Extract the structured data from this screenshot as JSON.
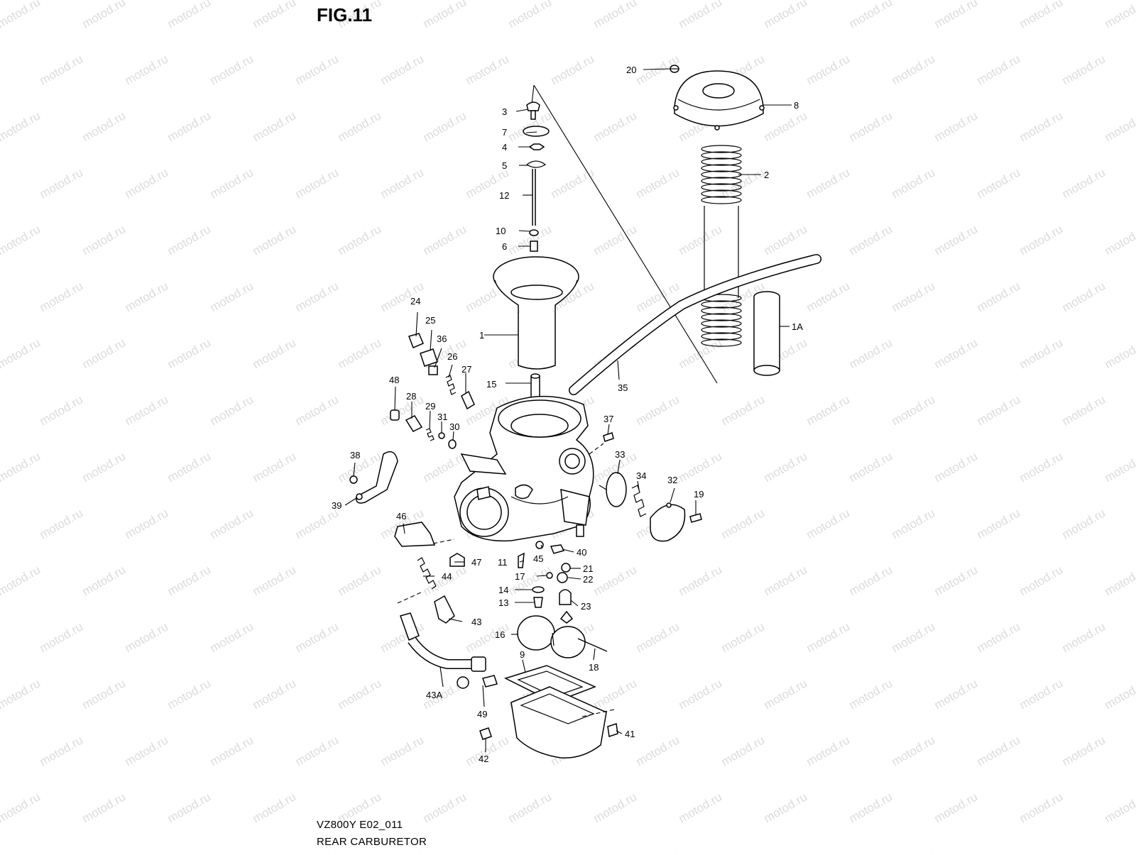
{
  "figure": {
    "title": "FIG.11"
  },
  "footer": {
    "code": "VZ800Y E02_011",
    "name": "REAR CARBURETOR"
  },
  "watermark": {
    "text": "motod.ru"
  },
  "part_labels": {
    "p1": "1",
    "p1a": "1A",
    "p2": "2",
    "p3": "3",
    "p4": "4",
    "p5": "5",
    "p6": "6",
    "p7": "7",
    "p8": "8",
    "p9": "9",
    "p10": "10",
    "p11": "11",
    "p12": "12",
    "p13": "13",
    "p14": "14",
    "p15": "15",
    "p16": "16",
    "p17": "17",
    "p18": "18",
    "p19": "19",
    "p20": "20",
    "p21": "21",
    "p22": "22",
    "p23": "23",
    "p24": "24",
    "p25": "25",
    "p26": "26",
    "p27": "27",
    "p28": "28",
    "p29": "29",
    "p30": "30",
    "p31": "31",
    "p32": "32",
    "p33": "33",
    "p34": "34",
    "p35": "35",
    "p36": "36",
    "p37": "37",
    "p38": "38",
    "p39": "39",
    "p40": "40",
    "p41": "41",
    "p42": "42",
    "p43": "43",
    "p43a": "43A",
    "p44": "44",
    "p45": "45",
    "p46": "46",
    "p47": "47",
    "p48": "48",
    "p49": "49"
  },
  "icons": {
    "watermark": "watermark-pattern",
    "diagram": "exploded-parts-diagram"
  }
}
